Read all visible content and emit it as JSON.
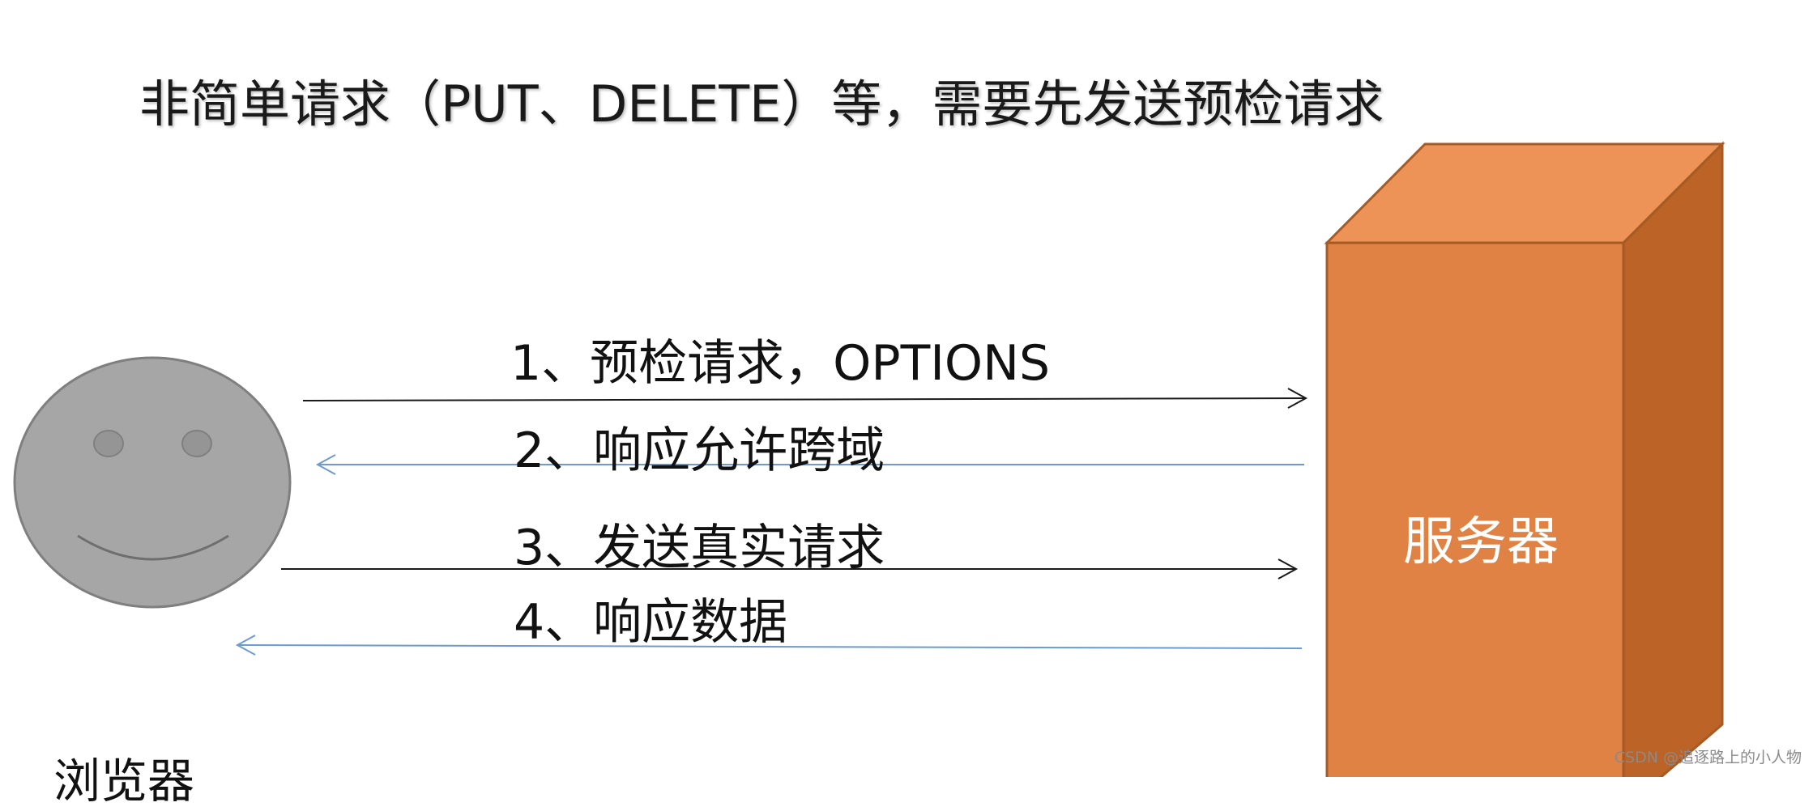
{
  "title": "非简单请求（PUT、DELETE）等，需要先发送预检请求",
  "steps": [
    {
      "label": "1、预检请求，OPTIONS",
      "direction": "to-server"
    },
    {
      "label": "2、响应允许跨域",
      "direction": "to-browser"
    },
    {
      "label": "3、发送真实请求",
      "direction": "to-server"
    },
    {
      "label": "4、响应数据",
      "direction": "to-browser"
    }
  ],
  "browser": {
    "label": "浏览器"
  },
  "server": {
    "label": "服务器"
  },
  "watermark": "CSDN @追逐路上的小人物",
  "colors": {
    "request_arrow": "#1a1a1a",
    "response_arrow": "#6b9bd1",
    "face_fill": "#a6a6a6",
    "face_stroke": "#7f7f7f",
    "box_front": "#df8244",
    "box_top": "#ee9358",
    "box_side": "#bc6328",
    "box_edge": "#a65a24"
  }
}
